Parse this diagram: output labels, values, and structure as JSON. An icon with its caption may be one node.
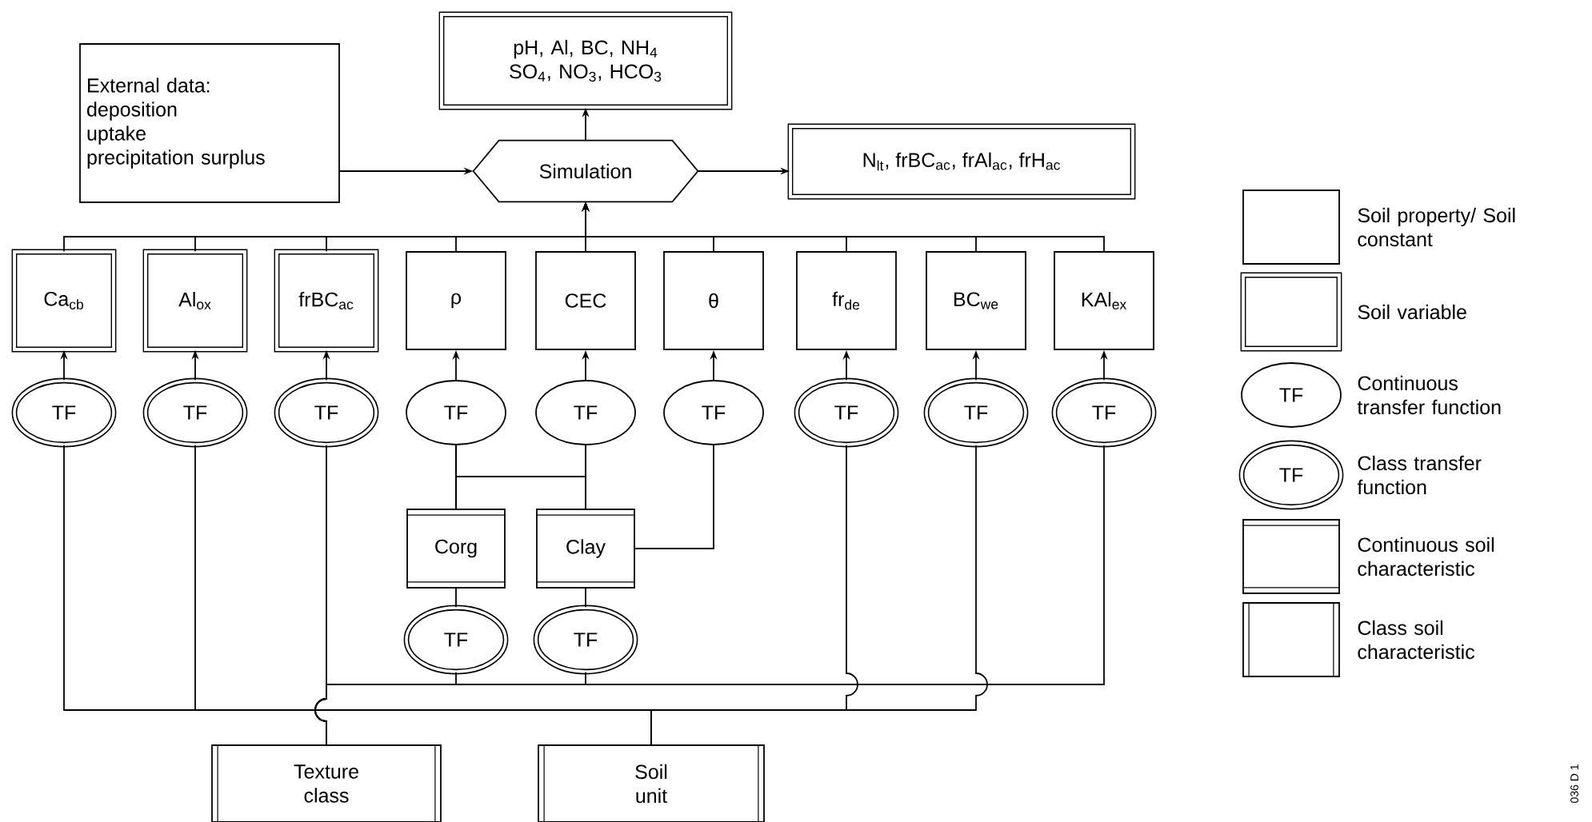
{
  "diagram": {
    "nodes": [
      {
        "text": [
          "External data:",
          "deposition",
          "uptake",
          "precipitation surplus"
        ]
      },
      {
        "text": [
          "pH, Al, BC, NH$_{4}$ SO$_{4}$, NO$_{3}$, HCO$_{3}$"
        ]
      },
      {
        "text": [
          "Simulation"
        ]
      },
      {
        "text": [
          "N$_{lt}$, frBC$_{ac}$, frAl$_{ac}$, frH$_{ac}$"
        ]
      },
      {
        "text": [
          "Ca$_{cb}$"
        ]
      },
      {
        "text": [
          "Al$_{ox}$"
        ]
      },
      {
        "text": [
          "frBC$_{ac}$"
        ]
      },
      {
        "text": [
          "ρ"
        ]
      },
      {
        "text": [
          "CEC"
        ]
      },
      {
        "text": [
          "θ"
        ]
      },
      {
        "text": [
          "fr$_{de}$"
        ]
      },
      {
        "text": [
          "BC$_{we}$"
        ]
      },
      {
        "text": [
          "KAl$_{ex}$"
        ]
      },
      {
        "text": [
          "TF"
        ]
      },
      {
        "text": [
          "TF"
        ]
      },
      {
        "text": [
          "TF"
        ]
      },
      {
        "text": [
          "TF"
        ]
      },
      {
        "text": [
          "TF"
        ]
      },
      {
        "text": [
          "TF"
        ]
      },
      {
        "text": [
          "TF"
        ]
      },
      {
        "text": [
          "TF"
        ]
      },
      {
        "text": [
          "TF"
        ]
      },
      {
        "text": [
          "Corg"
        ]
      },
      {
        "text": [
          "Clay"
        ]
      },
      {
        "text": [
          "TF"
        ]
      },
      {
        "text": [
          "TF"
        ]
      },
      {
        "text": [
          "Texture class"
        ]
      },
      {
        "text": [
          "Soil unit"
        ]
      }
    ],
    "edges": [
      {
        "from": 0,
        "to": 2,
        "arrow": "to"
      },
      {
        "from": 2,
        "to": 1,
        "arrow": "to"
      },
      {
        "from": 2,
        "to": 3,
        "arrow": "to"
      },
      {
        "from": 4,
        "to": 2,
        "arrow": "to"
      },
      {
        "from": 5,
        "to": 2,
        "arrow": "to"
      },
      {
        "from": 6,
        "to": 2,
        "arrow": "to"
      },
      {
        "from": 7,
        "to": 2,
        "arrow": "to"
      },
      {
        "from": 8,
        "to": 2,
        "arrow": "to"
      },
      {
        "from": 9,
        "to": 2,
        "arrow": "to"
      },
      {
        "from": 10,
        "to": 2,
        "arrow": "to"
      },
      {
        "from": 11,
        "to": 2,
        "arrow": "to"
      },
      {
        "from": 12,
        "to": 2,
        "arrow": "to"
      },
      {
        "from": 13,
        "to": 4,
        "arrow": "to"
      },
      {
        "from": 14,
        "to": 5,
        "arrow": "to"
      },
      {
        "from": 15,
        "to": 6,
        "arrow": "to"
      },
      {
        "from": 16,
        "to": 7,
        "arrow": "to"
      },
      {
        "from": 17,
        "to": 8,
        "arrow": "to"
      },
      {
        "from": 18,
        "to": 9,
        "arrow": "to"
      },
      {
        "from": 19,
        "to": 10,
        "arrow": "to"
      },
      {
        "from": 20,
        "to": 11,
        "arrow": "to"
      },
      {
        "from": 21,
        "to": 12,
        "arrow": "to"
      },
      {
        "from": 22,
        "to": 16,
        "arrow": "none"
      },
      {
        "from": 22,
        "to": 17,
        "arrow": "none"
      },
      {
        "from": 23,
        "to": 16,
        "arrow": "none"
      },
      {
        "from": 23,
        "to": 17,
        "arrow": "none"
      },
      {
        "from": 23,
        "to": 18,
        "arrow": "none"
      },
      {
        "from": 24,
        "to": 22,
        "arrow": "none"
      },
      {
        "from": 25,
        "to": 23,
        "arrow": "none"
      },
      {
        "from": 26,
        "to": 15,
        "arrow": "none"
      },
      {
        "from": 26,
        "to": 24,
        "arrow": "none"
      },
      {
        "from": 26,
        "to": 25,
        "arrow": "none"
      },
      {
        "from": 26,
        "to": 21,
        "arrow": "none"
      },
      {
        "from": 27,
        "to": 13,
        "arrow": "none"
      },
      {
        "from": 27,
        "to": 14,
        "arrow": "none"
      },
      {
        "from": 27,
        "to": 19,
        "arrow": "none"
      },
      {
        "from": 27,
        "to": 20,
        "arrow": "none"
      }
    ],
    "labels": [
      "TF",
      "TF",
      "036 D 1"
    ],
    "legend": [
      {
        "text": "Soil property/ Soil constant"
      },
      {
        "text": "Soil variable"
      },
      {
        "text": "Continuous transfer function"
      },
      {
        "text": "Class transfer function"
      },
      {
        "text": "Continuous soil characteristic"
      },
      {
        "text": "Class soil characteristic"
      }
    ]
  }
}
